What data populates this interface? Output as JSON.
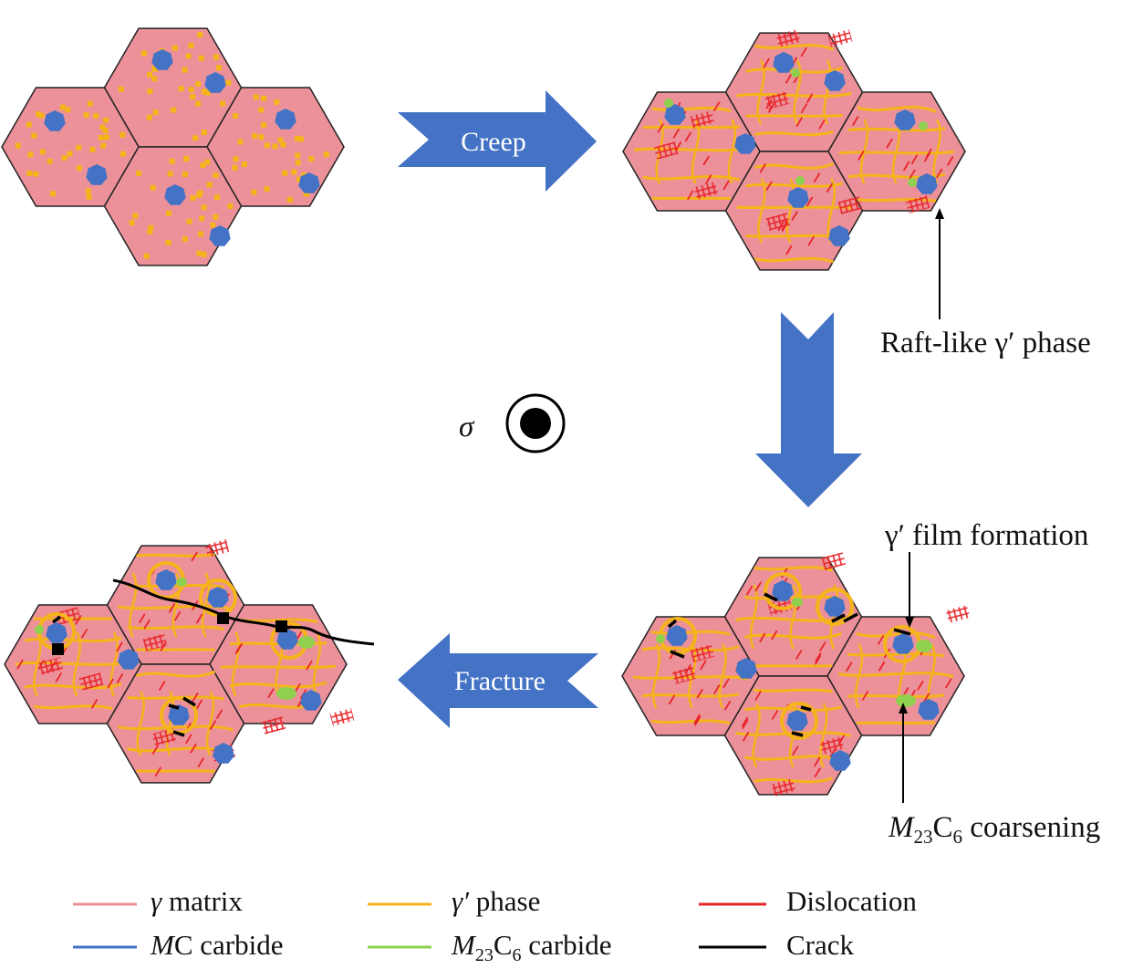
{
  "colors": {
    "matrix": "#ec9199",
    "gamma_prime": "#f5b419",
    "mc_carbide": "#4472c4",
    "m23c6": "#8fd14f",
    "dislocation": "#e8252a",
    "crack": "#000000",
    "arrow": "#4472c4",
    "outline": "#222222"
  },
  "arrows": {
    "creep": "Creep",
    "fracture": "Fracture"
  },
  "annotations": {
    "raft": "Raft-like γ′ phase",
    "film": "γ′ film formation",
    "coarsening_m": "M",
    "coarsening_sub1": "23",
    "coarsening_c": "C",
    "coarsening_sub2": "6",
    "coarsening_rest": " coarsening",
    "sigma": "σ"
  },
  "legend": {
    "matrix": {
      "symbol": "γ",
      "text": " matrix",
      "color_key": "matrix",
      "icon": "matrix-line"
    },
    "gamma_prime": {
      "symbol": "γ′",
      "text": " phase",
      "color_key": "gamma_prime",
      "icon": "gamma-prime-line"
    },
    "dislocation": {
      "text": "Dislocation",
      "color_key": "dislocation",
      "icon": "dislocation-line"
    },
    "mc": {
      "symbol": "M",
      "text": "C carbide",
      "color_key": "mc_carbide",
      "icon": "mc-line"
    },
    "m23c6": {
      "m": "M",
      "sub1": "23",
      "c": "C",
      "sub2": "6",
      "text": " carbide",
      "color_key": "m23c6",
      "icon": "m23c6-line"
    },
    "crack": {
      "text": "Crack",
      "color_key": "crack",
      "icon": "crack-line"
    }
  }
}
